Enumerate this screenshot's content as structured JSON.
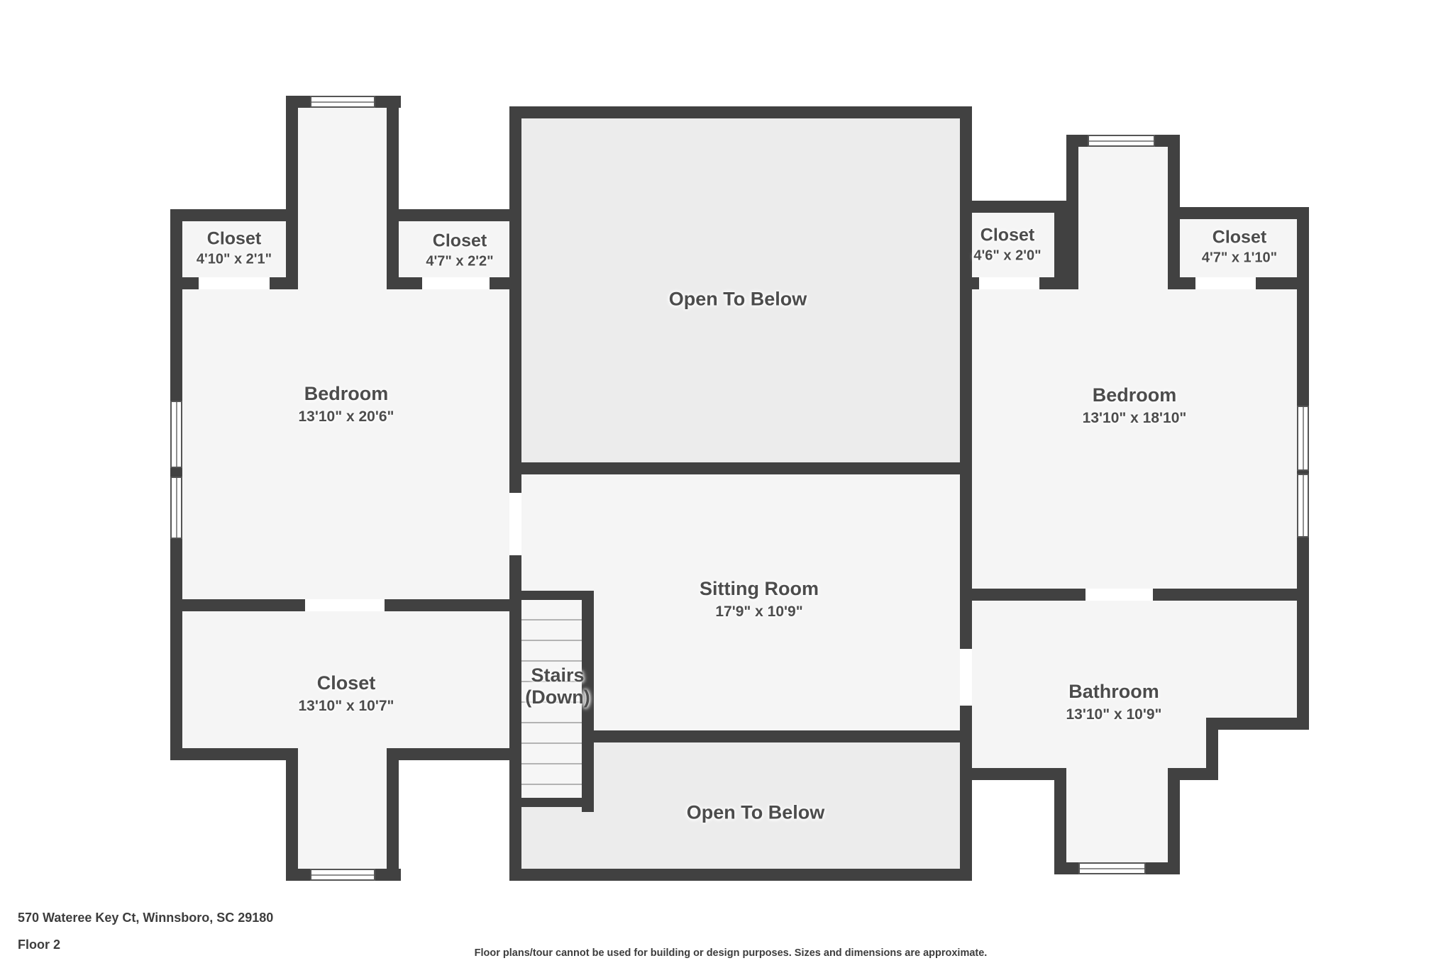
{
  "rooms": {
    "closet_top_left": {
      "name": "Closet",
      "dims": "4'10\" x 2'1\""
    },
    "closet_top_left_2": {
      "name": "Closet",
      "dims": "4'7\" x 2'2\""
    },
    "bedroom_left": {
      "name": "Bedroom",
      "dims": "13'10\" x 20'6\""
    },
    "closet_bottom_left": {
      "name": "Closet",
      "dims": "13'10\" x 10'7\""
    },
    "open_to_below_top": {
      "name": "Open To Below"
    },
    "sitting_room": {
      "name": "Sitting Room",
      "dims": "17'9\" x 10'9\""
    },
    "stairs": {
      "line1": "Stairs",
      "line2": "(Down)"
    },
    "open_to_below_bottom": {
      "name": "Open To Below"
    },
    "closet_top_right": {
      "name": "Closet",
      "dims": "4'6\" x 2'0\""
    },
    "closet_top_right_2": {
      "name": "Closet",
      "dims": "4'7\" x 1'10\""
    },
    "bedroom_right": {
      "name": "Bedroom",
      "dims": "13'10\" x 18'10\""
    },
    "bathroom": {
      "name": "Bathroom",
      "dims": "13'10\" x 10'9\""
    }
  },
  "footer": {
    "address": "570 Wateree Key Ct, Winnsboro, SC 29180",
    "floor_label": "Floor 2",
    "disclaimer": "Floor plans/tour cannot be used for building or design purposes. Sizes and dimensions are approximate."
  },
  "colors": {
    "wall": "#414141",
    "room_fill": "#f5f5f5",
    "open_to_below_fill": "#ececec",
    "text": "#4c4c4c"
  }
}
